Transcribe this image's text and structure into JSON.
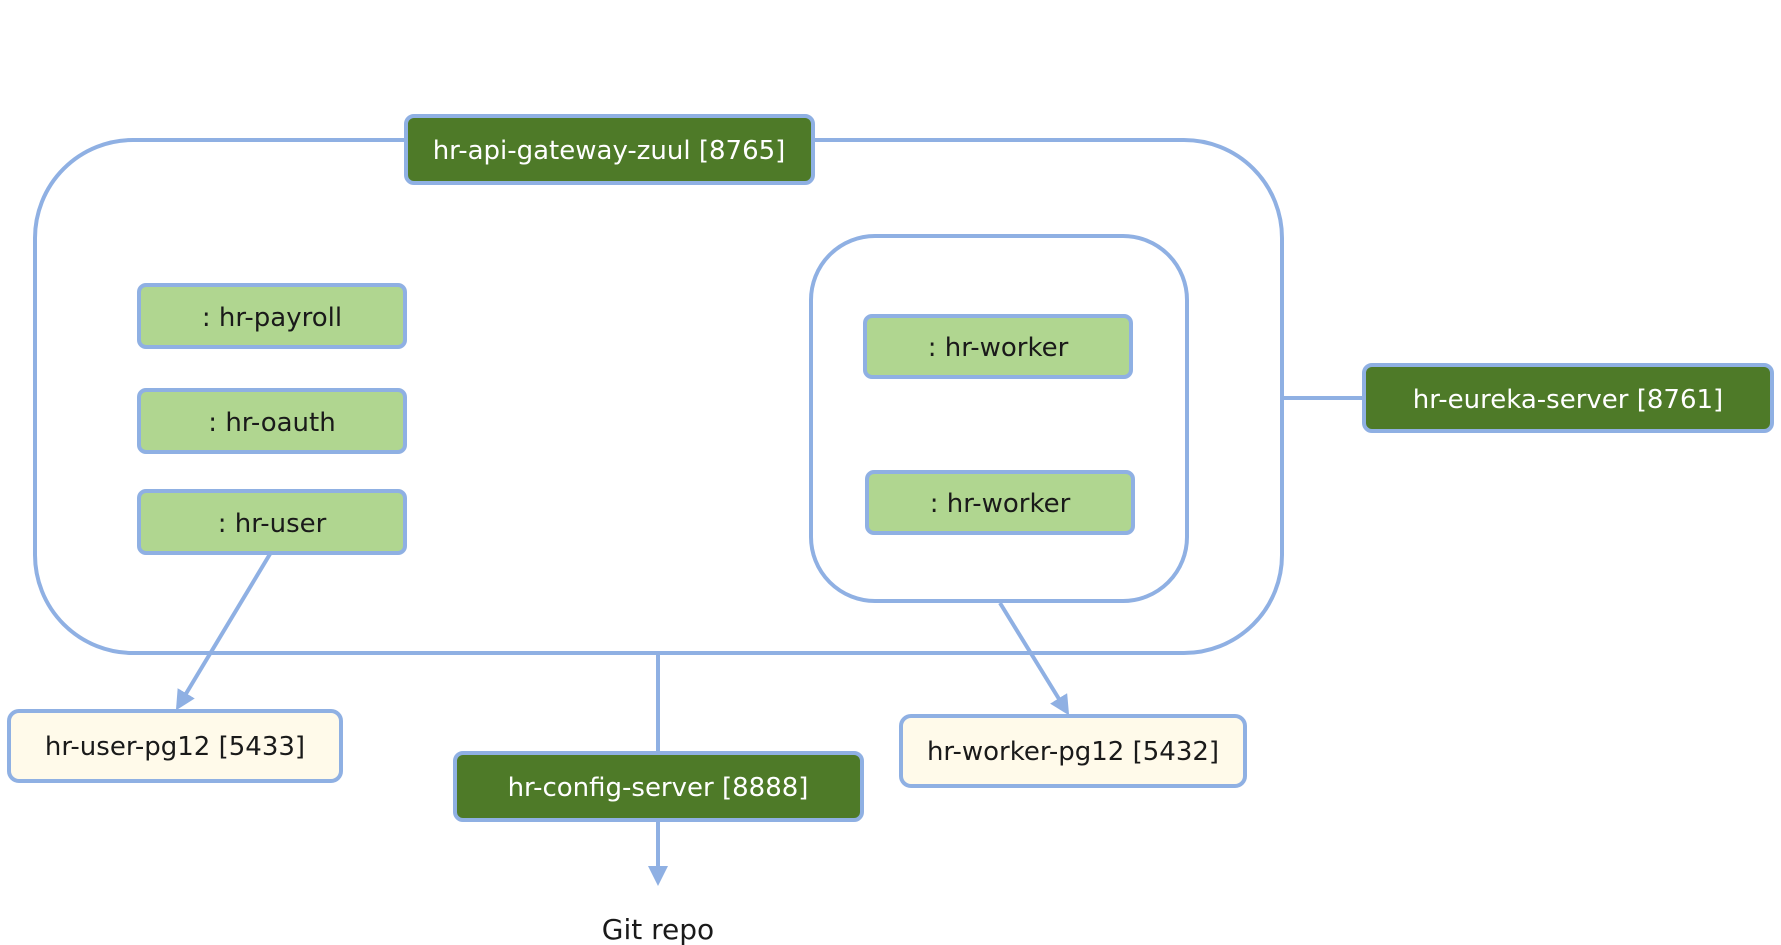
{
  "colors": {
    "stroke": "#8fb0e3",
    "dark_green": "#4e7a28",
    "light_green": "#b0d690",
    "cream": "#fffaea",
    "text_dark": "#1a1a1a",
    "text_light": "#ffffff"
  },
  "nodes": {
    "gateway": [
      "hr-api-gateway-zuul [8765]"
    ],
    "payroll": [
      ": hr-payroll"
    ],
    "oauth": [
      ": hr-oauth"
    ],
    "user": [
      ": hr-user"
    ],
    "worker_1": [
      ": hr-worker"
    ],
    "worker_2": [
      ": hr-worker"
    ],
    "eureka": [
      "hr-eureka-server [8761]"
    ],
    "user_db": [
      "hr-user-pg12 [5433]"
    ],
    "config": [
      "hr-config-server [8888]"
    ],
    "worker_db": [
      "hr-worker-pg12 [5432]"
    ]
  },
  "labels": {
    "git_repo": "Git repo"
  }
}
